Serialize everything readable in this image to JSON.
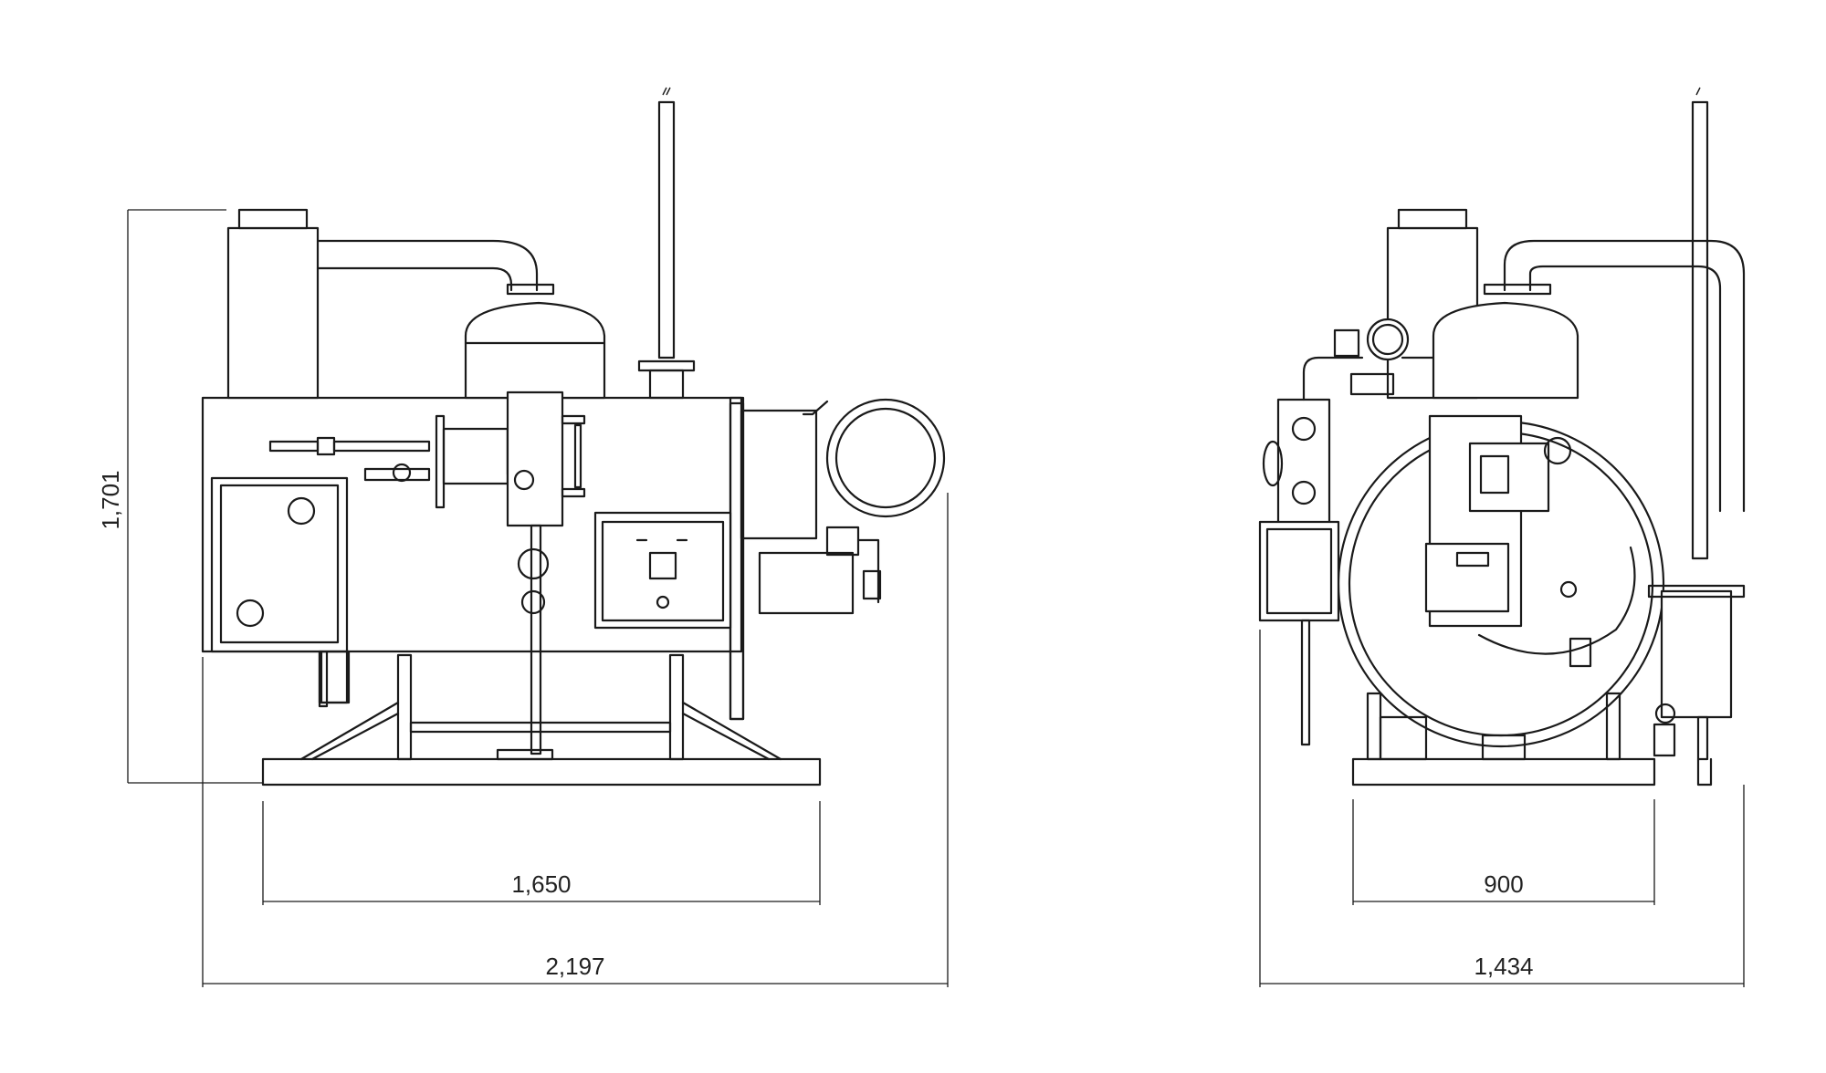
{
  "dimensions": {
    "height": "1,701",
    "front_inner_width": "1,650",
    "front_overall_width": "2,197",
    "side_inner_width": "900",
    "side_overall_width": "1,434"
  },
  "colors": {
    "line": "#1a1a1a",
    "background": "#ffffff"
  }
}
